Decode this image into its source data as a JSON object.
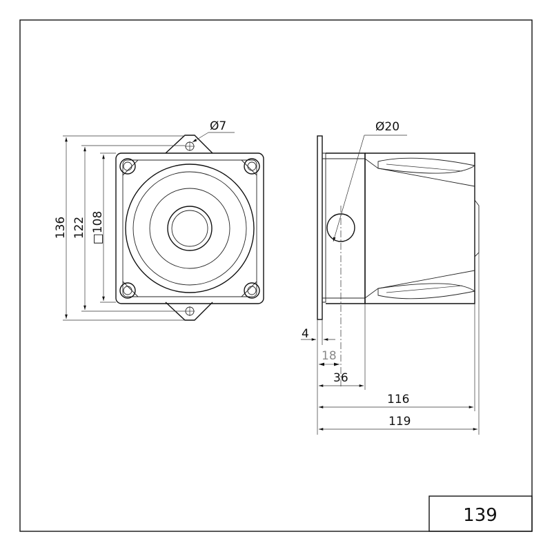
{
  "front_view": {
    "dim_hole": "Ø7",
    "dim_overall": "136",
    "dim_holes": "122",
    "dim_square": "□108"
  },
  "side_view": {
    "dim_cable_entry": "Ø20",
    "dim_flange": "4",
    "dim_entry_pos": "18",
    "dim_body_start": "36",
    "dim_body": "116",
    "dim_total": "119"
  },
  "title_block": {
    "number": "139"
  }
}
